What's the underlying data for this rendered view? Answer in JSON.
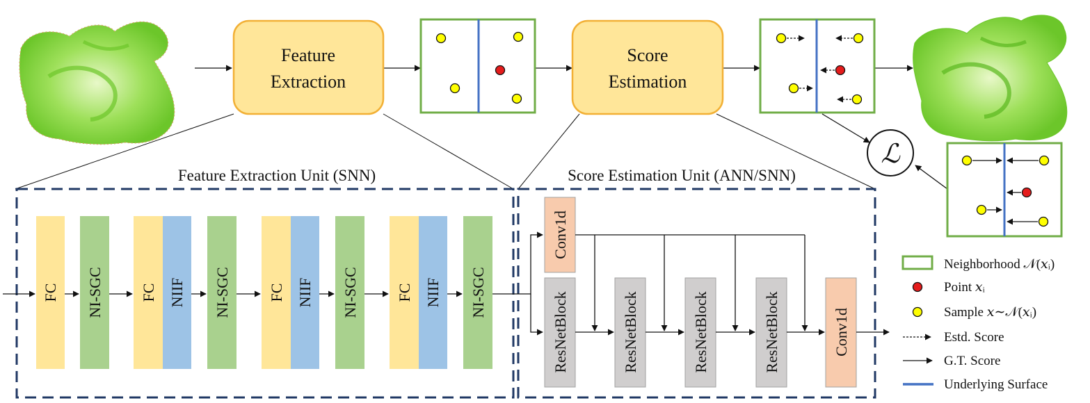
{
  "colors": {
    "stage_box_fill": "#ffe699",
    "stage_box_border": "#f2b035",
    "neighborhood_border": "#70ad47",
    "surface_line": "#4472c4",
    "point_red": "#e51c1c",
    "sample_yellow": "#ffff00",
    "fc_fill": "#ffe699",
    "sgc_fill": "#a9d18e",
    "niif_fill": "#9dc3e6",
    "conv_fill": "#f8cbad",
    "resnet_fill": "#d0cece",
    "unit_border": "#203864",
    "cloud_green": "#7cd63b"
  },
  "stages": {
    "feature_extraction": [
      "Feature",
      "Extraction"
    ],
    "score_estimation": [
      "Score",
      "Estimation"
    ]
  },
  "units": {
    "feature_unit_title": "Feature Extraction Unit (SNN)",
    "score_unit_title": "Score Estimation Unit (ANN/SNN)"
  },
  "feature_blocks": {
    "fc": "FC",
    "sgc": "NI-SGC",
    "niif": "NIIF"
  },
  "score_blocks": {
    "conv": "Conv1d",
    "resnet": "ResNetBlock"
  },
  "loss_symbol": "ℒ",
  "legend": [
    {
      "icon": "neighborhood",
      "label": "Neighborhood 𝒩(𝑥ᵢ)"
    },
    {
      "icon": "point",
      "label": "Point 𝑥ᵢ"
    },
    {
      "icon": "sample",
      "label": "Sample 𝑥∼𝒩(𝑥ᵢ)"
    },
    {
      "icon": "dashed-arrow",
      "label": "Estd. Score"
    },
    {
      "icon": "solid-arrow",
      "label": "G.T. Score"
    },
    {
      "icon": "surface-line",
      "label": "Underlying Surface"
    }
  ]
}
